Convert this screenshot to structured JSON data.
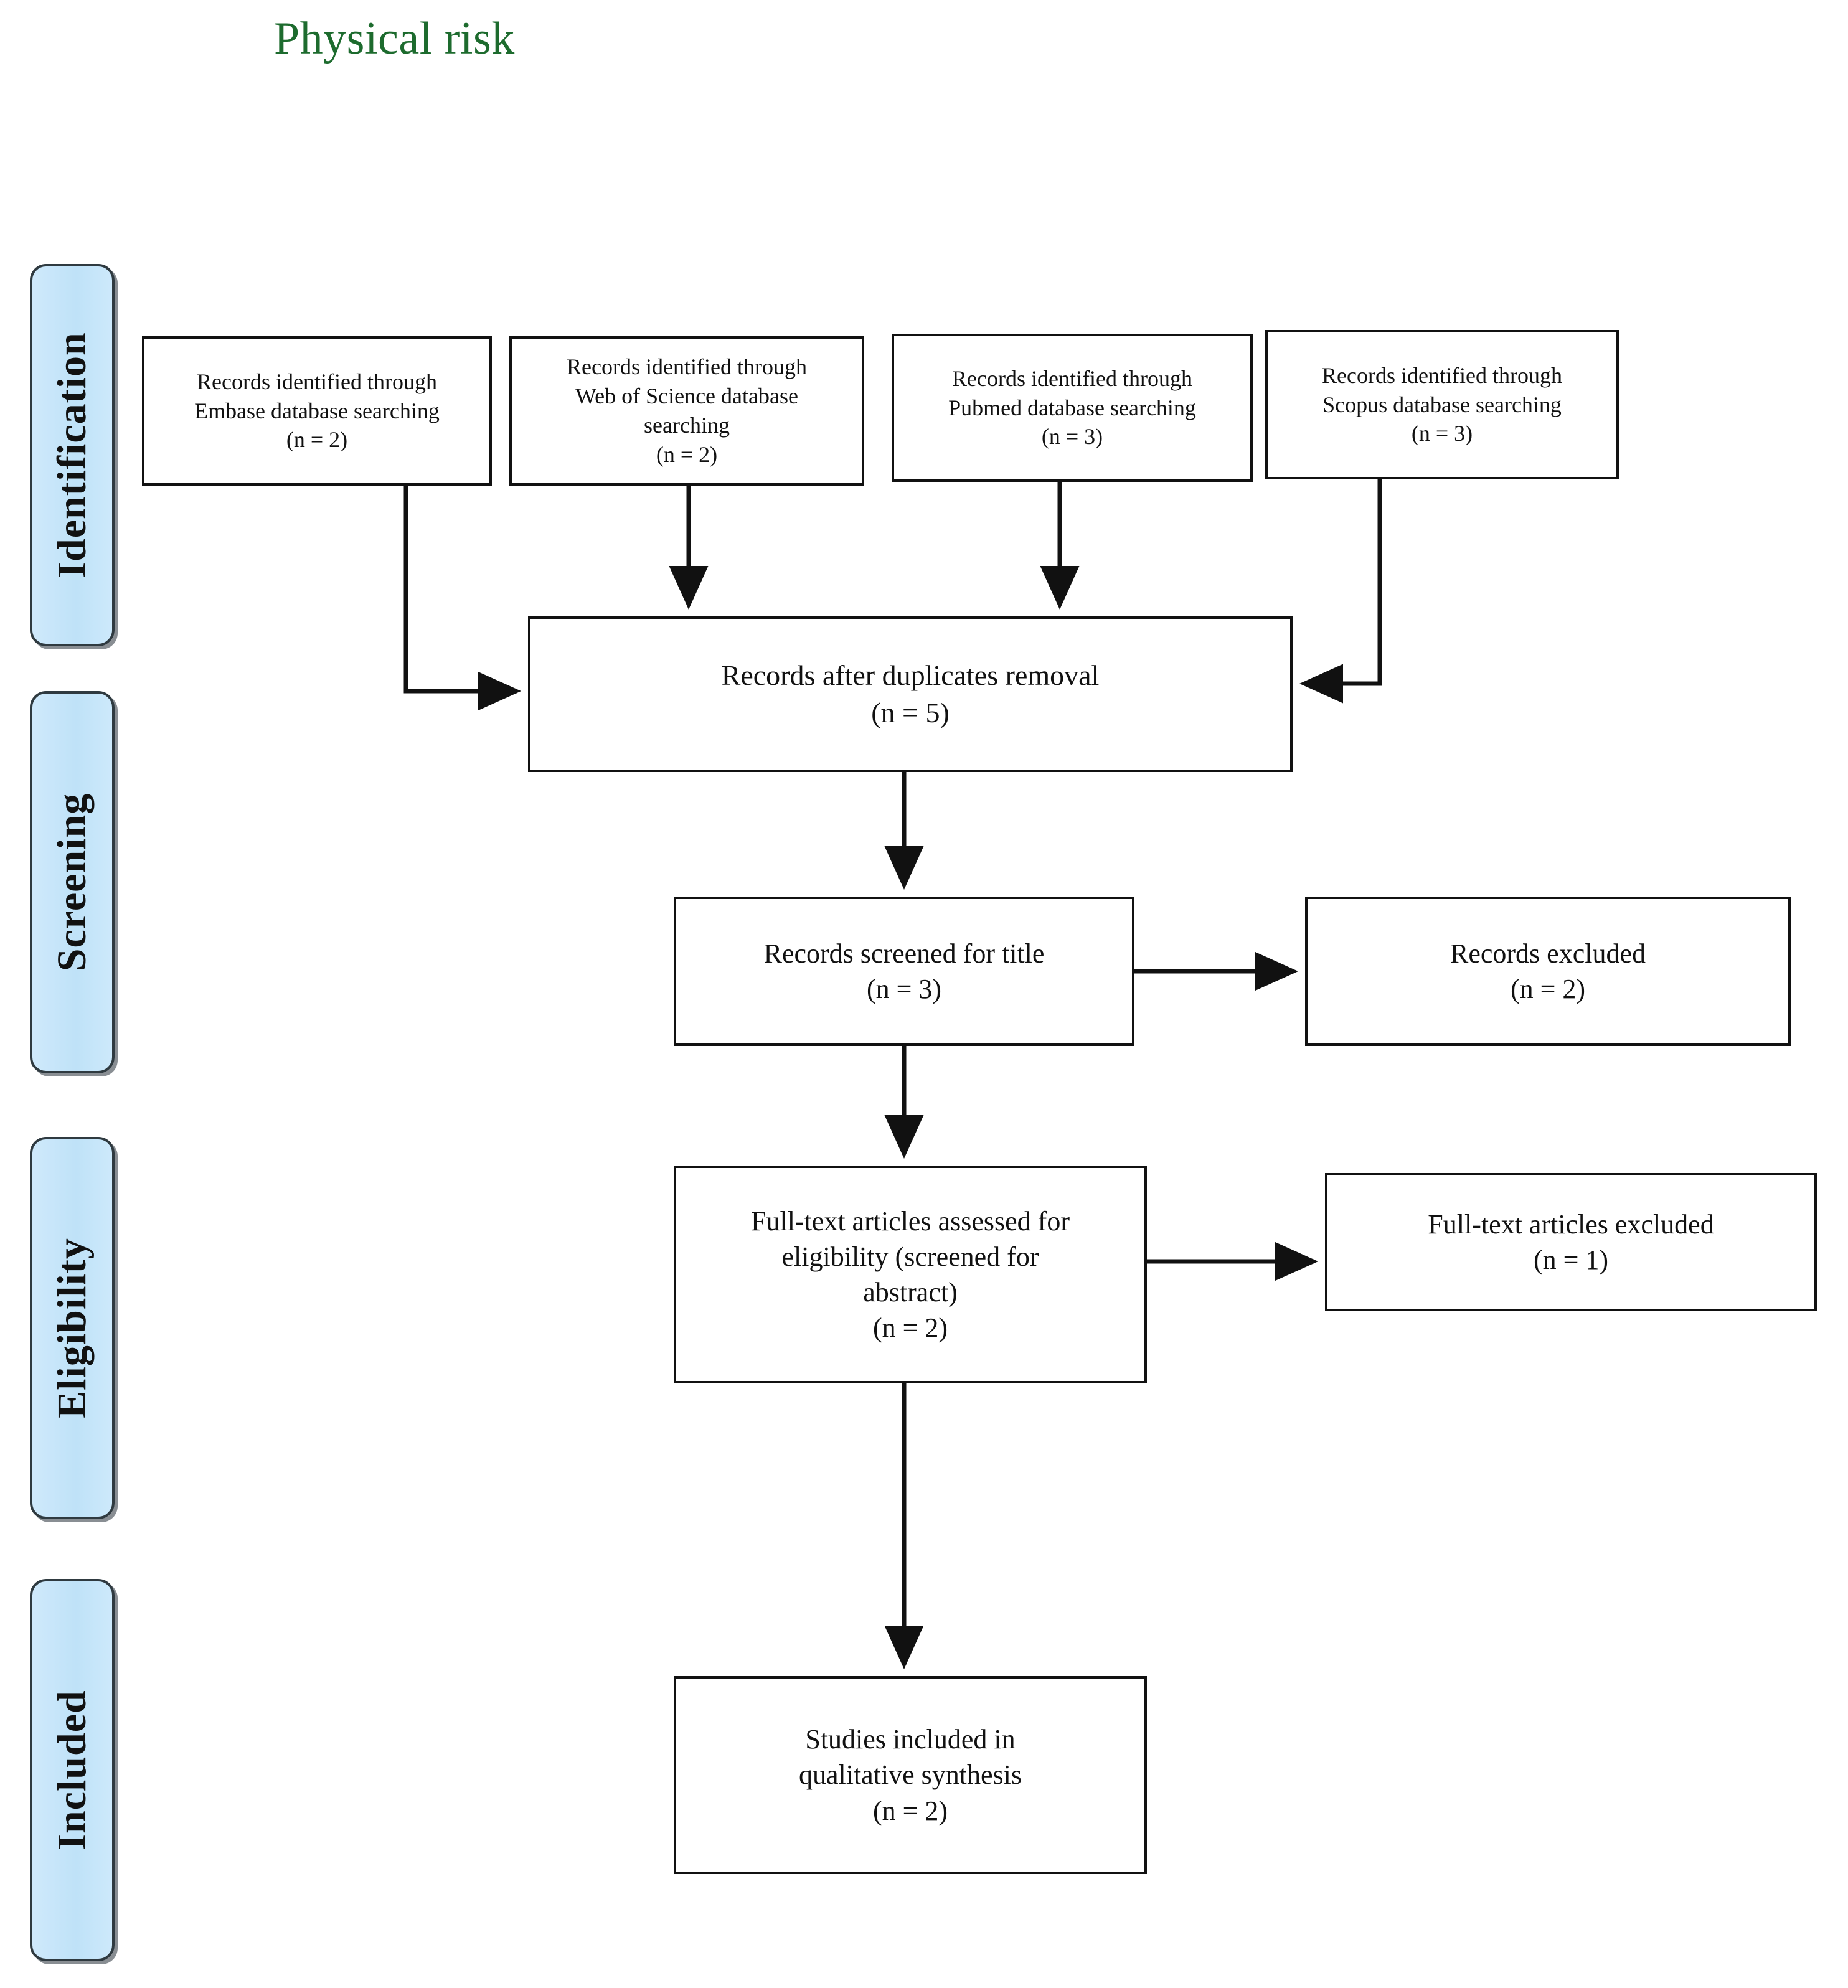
{
  "title": "Physical risk",
  "title_color": "#1d6b2e",
  "accent_color": "#bfe2f8",
  "stages": [
    {
      "label": "Identification"
    },
    {
      "label": "Screening"
    },
    {
      "label": "Eligibility"
    },
    {
      "label": "Included"
    }
  ],
  "sources": [
    {
      "line1": "Records identified through",
      "line2": "Embase database searching",
      "count": "(n = 2)"
    },
    {
      "line1": "Records identified through",
      "line2": "Web of Science database",
      "line3": "searching",
      "count": "(n = 2)"
    },
    {
      "line1": "Records identified through",
      "line2": "Pubmed database searching",
      "count": "(n = 3)"
    },
    {
      "line1": "Records identified through",
      "line2": "Scopus database searching",
      "count": "(n = 3)"
    }
  ],
  "pipeline": {
    "duplicates": {
      "line1": "Records after duplicates removal",
      "count": "(n = 5)"
    },
    "screened_title": {
      "line1": "Records screened for title",
      "count": "(n = 3)"
    },
    "records_excluded": {
      "line1": "Records excluded",
      "count": "(n = 2)"
    },
    "fulltext_assessed": {
      "line1": "Full-text articles assessed for",
      "line2": "eligibility (screened for",
      "line3": "abstract)",
      "count": "(n = 2)"
    },
    "fulltext_excluded": {
      "line1": "Full-text articles excluded",
      "count": "(n = 1)"
    },
    "included_studies": {
      "line1": "Studies included in",
      "line2": "qualitative synthesis",
      "count": "(n = 2)"
    }
  },
  "chart_data": {
    "type": "table",
    "title": "Physical risk - PRISMA flow",
    "nodes": [
      {
        "stage": "Identification",
        "label": "Records identified through Embase database searching",
        "n": 2
      },
      {
        "stage": "Identification",
        "label": "Records identified through Web of Science database searching",
        "n": 2
      },
      {
        "stage": "Identification",
        "label": "Records identified through Pubmed database searching",
        "n": 3
      },
      {
        "stage": "Identification",
        "label": "Records identified through Scopus database searching",
        "n": 3
      },
      {
        "stage": "Identification",
        "label": "Records after duplicates removal",
        "n": 5
      },
      {
        "stage": "Screening",
        "label": "Records screened for title",
        "n": 3
      },
      {
        "stage": "Screening",
        "label": "Records excluded",
        "n": 2
      },
      {
        "stage": "Eligibility",
        "label": "Full-text articles assessed for eligibility (screened for abstract)",
        "n": 2
      },
      {
        "stage": "Eligibility",
        "label": "Full-text articles excluded",
        "n": 1
      },
      {
        "stage": "Included",
        "label": "Studies included in qualitative synthesis",
        "n": 2
      }
    ]
  }
}
